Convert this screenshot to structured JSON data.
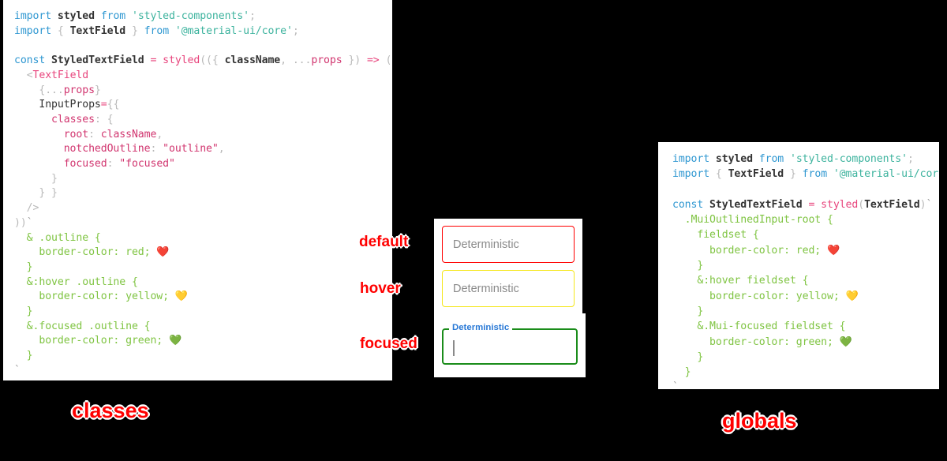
{
  "page": {
    "background": "#000000",
    "accent_red": "#ff0000",
    "accent_yellow": "#f5e71a",
    "accent_green": "#1a8c1a",
    "label_blue": "#2979d6"
  },
  "panels": {
    "classes": {
      "caption": "classes",
      "code_lines": [
        [
          {
            "t": "import ",
            "c": "t-kw"
          },
          {
            "t": "styled",
            "c": "t-plain"
          },
          {
            "t": " from ",
            "c": "t-kw"
          },
          {
            "t": "'styled-components'",
            "c": "t-str"
          },
          {
            "t": ";",
            "c": "t-punc"
          }
        ],
        [
          {
            "t": "import ",
            "c": "t-kw"
          },
          {
            "t": "{ ",
            "c": "t-punc"
          },
          {
            "t": "TextField",
            "c": "t-plain"
          },
          {
            "t": " } ",
            "c": "t-punc"
          },
          {
            "t": "from ",
            "c": "t-kw"
          },
          {
            "t": "'@material-ui/core'",
            "c": "t-str"
          },
          {
            "t": ";",
            "c": "t-punc"
          }
        ],
        [],
        [
          {
            "t": "const ",
            "c": "t-kw"
          },
          {
            "t": "StyledTextField ",
            "c": "t-plain"
          },
          {
            "t": "= ",
            "c": "t-op"
          },
          {
            "t": "styled",
            "c": "t-fn"
          },
          {
            "t": "((",
            "c": "t-punc"
          },
          {
            "t": "{ ",
            "c": "t-punc"
          },
          {
            "t": "className",
            "c": "t-plain"
          },
          {
            "t": ", ",
            "c": "t-punc"
          },
          {
            "t": "...",
            "c": "t-punc"
          },
          {
            "t": "props",
            "c": "t-prop"
          },
          {
            "t": " }) ",
            "c": "t-punc"
          },
          {
            "t": "=> ",
            "c": "t-op"
          },
          {
            "t": "(",
            "c": "t-punc"
          }
        ],
        [
          {
            "t": "  ",
            "c": "t-punc"
          },
          {
            "t": "<",
            "c": "t-punc"
          },
          {
            "t": "TextField",
            "c": "t-jsx"
          }
        ],
        [
          {
            "t": "    ",
            "c": "t-punc"
          },
          {
            "t": "{...",
            "c": "t-punc"
          },
          {
            "t": "props",
            "c": "t-prop"
          },
          {
            "t": "}",
            "c": "t-punc"
          }
        ],
        [
          {
            "t": "    ",
            "c": "t-punc"
          },
          {
            "t": "InputProps",
            "c": "t-ident"
          },
          {
            "t": "=",
            "c": "t-op"
          },
          {
            "t": "{{",
            "c": "t-punc"
          }
        ],
        [
          {
            "t": "      ",
            "c": "t-punc"
          },
          {
            "t": "classes",
            "c": "t-prop"
          },
          {
            "t": ": ",
            "c": "t-punc"
          },
          {
            "t": "{",
            "c": "t-punc"
          }
        ],
        [
          {
            "t": "        ",
            "c": "t-punc"
          },
          {
            "t": "root",
            "c": "t-prop"
          },
          {
            "t": ": ",
            "c": "t-punc"
          },
          {
            "t": "className",
            "c": "t-prop"
          },
          {
            "t": ",",
            "c": "t-punc"
          }
        ],
        [
          {
            "t": "        ",
            "c": "t-punc"
          },
          {
            "t": "notchedOutline",
            "c": "t-prop"
          },
          {
            "t": ": ",
            "c": "t-punc"
          },
          {
            "t": "\"outline\"",
            "c": "t-propstr"
          },
          {
            "t": ",",
            "c": "t-punc"
          }
        ],
        [
          {
            "t": "        ",
            "c": "t-punc"
          },
          {
            "t": "focused",
            "c": "t-prop"
          },
          {
            "t": ": ",
            "c": "t-punc"
          },
          {
            "t": "\"focused\"",
            "c": "t-propstr"
          }
        ],
        [
          {
            "t": "      }",
            "c": "t-punc"
          }
        ],
        [
          {
            "t": "    } }",
            "c": "t-punc"
          }
        ],
        [
          {
            "t": "  />",
            "c": "t-punc"
          }
        ],
        [
          {
            "t": "))",
            "c": "t-punc"
          },
          {
            "t": "`",
            "c": "t-tick"
          }
        ],
        [
          {
            "t": "  & .outline {",
            "c": "t-css"
          }
        ],
        [
          {
            "t": "    border-color: red; ",
            "c": "t-css"
          },
          {
            "t": "❤️",
            "c": "emoji"
          }
        ],
        [
          {
            "t": "  }",
            "c": "t-css"
          }
        ],
        [
          {
            "t": "  &:hover .outline {",
            "c": "t-css"
          }
        ],
        [
          {
            "t": "    border-color: yellow; ",
            "c": "t-css"
          },
          {
            "t": "💛",
            "c": "emoji"
          }
        ],
        [
          {
            "t": "  }",
            "c": "t-css"
          }
        ],
        [
          {
            "t": "  &.focused .outline {",
            "c": "t-css"
          }
        ],
        [
          {
            "t": "    border-color: green; ",
            "c": "t-css"
          },
          {
            "t": "💚",
            "c": "emoji"
          }
        ],
        [
          {
            "t": "  }",
            "c": "t-css"
          }
        ],
        [
          {
            "t": "`",
            "c": "t-tick"
          }
        ],
        [
          {
            "t": ";",
            "c": "t-punc"
          }
        ]
      ]
    },
    "globals": {
      "caption": "globals",
      "code_lines": [
        [
          {
            "t": "import ",
            "c": "t-kw"
          },
          {
            "t": "styled",
            "c": "t-plain"
          },
          {
            "t": " from ",
            "c": "t-kw"
          },
          {
            "t": "'styled-components'",
            "c": "t-str"
          },
          {
            "t": ";",
            "c": "t-punc"
          }
        ],
        [
          {
            "t": "import ",
            "c": "t-kw"
          },
          {
            "t": "{ ",
            "c": "t-punc"
          },
          {
            "t": "TextField",
            "c": "t-plain"
          },
          {
            "t": " } ",
            "c": "t-punc"
          },
          {
            "t": "from ",
            "c": "t-kw"
          },
          {
            "t": "'@material-ui/core'",
            "c": "t-str"
          },
          {
            "t": ";",
            "c": "t-punc"
          }
        ],
        [],
        [
          {
            "t": "const ",
            "c": "t-kw"
          },
          {
            "t": "StyledTextField ",
            "c": "t-plain"
          },
          {
            "t": "= ",
            "c": "t-op"
          },
          {
            "t": "styled",
            "c": "t-fn"
          },
          {
            "t": "(",
            "c": "t-punc"
          },
          {
            "t": "TextField",
            "c": "t-plain"
          },
          {
            "t": ")",
            "c": "t-punc"
          },
          {
            "t": "`",
            "c": "t-tick"
          }
        ],
        [
          {
            "t": "  .MuiOutlinedInput-root {",
            "c": "t-css"
          }
        ],
        [
          {
            "t": "    fieldset {",
            "c": "t-css"
          }
        ],
        [
          {
            "t": "      border-color: red; ",
            "c": "t-css"
          },
          {
            "t": "❤️",
            "c": "emoji"
          }
        ],
        [
          {
            "t": "    }",
            "c": "t-css"
          }
        ],
        [
          {
            "t": "    &:hover fieldset {",
            "c": "t-css"
          }
        ],
        [
          {
            "t": "      border-color: yellow; ",
            "c": "t-css"
          },
          {
            "t": "💛",
            "c": "emoji"
          }
        ],
        [
          {
            "t": "    }",
            "c": "t-css"
          }
        ],
        [
          {
            "t": "    &.Mui-focused fieldset {",
            "c": "t-css"
          }
        ],
        [
          {
            "t": "      border-color: green; ",
            "c": "t-css"
          },
          {
            "t": "💚",
            "c": "emoji"
          }
        ],
        [
          {
            "t": "    }",
            "c": "t-css"
          }
        ],
        [
          {
            "t": "  }",
            "c": "t-css"
          }
        ],
        [
          {
            "t": "`",
            "c": "t-tick"
          }
        ],
        [
          {
            "t": ";",
            "c": "t-punc"
          }
        ]
      ]
    }
  },
  "demo": {
    "states": [
      {
        "annotation": "default",
        "field_text": "Deterministic",
        "border_color": "#ff0000"
      },
      {
        "annotation": "hover",
        "field_text": "Deterministic",
        "border_color": "#f5e71a"
      },
      {
        "annotation": "focused",
        "floating_label": "Deterministic",
        "field_text": "",
        "border_color": "#1a8c1a",
        "label_color": "#2979d6"
      }
    ]
  }
}
